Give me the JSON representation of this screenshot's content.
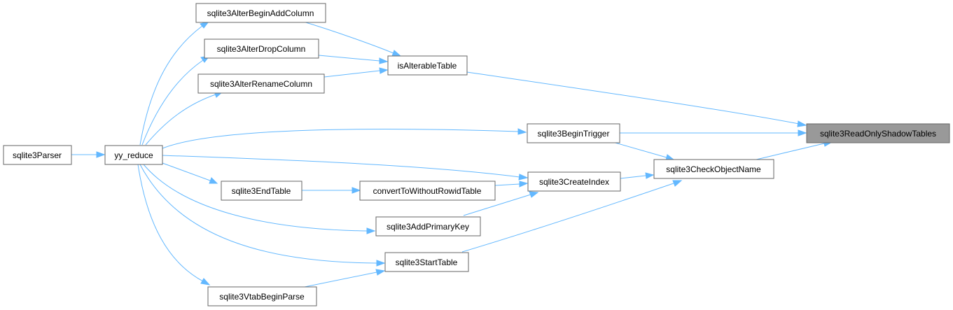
{
  "nodes": [
    {
      "id": "root",
      "label": "sqlite3ReadOnlyShadowTables"
    },
    {
      "id": "isAlterable",
      "label": "isAlterableTable"
    },
    {
      "id": "beginTrigger",
      "label": "sqlite3BeginTrigger"
    },
    {
      "id": "checkObj",
      "label": "sqlite3CheckObjectName"
    },
    {
      "id": "alterAdd",
      "label": "sqlite3AlterBeginAddColumn"
    },
    {
      "id": "alterDrop",
      "label": "sqlite3AlterDropColumn"
    },
    {
      "id": "alterRename",
      "label": "sqlite3AlterRenameColumn"
    },
    {
      "id": "createIndex",
      "label": "sqlite3CreateIndex"
    },
    {
      "id": "convert",
      "label": "convertToWithoutRowidTable"
    },
    {
      "id": "addPK",
      "label": "sqlite3AddPrimaryKey"
    },
    {
      "id": "startTable",
      "label": "sqlite3StartTable"
    },
    {
      "id": "endTable",
      "label": "sqlite3EndTable"
    },
    {
      "id": "vtab",
      "label": "sqlite3VtabBeginParse"
    },
    {
      "id": "yy",
      "label": "yy_reduce"
    },
    {
      "id": "parser",
      "label": "sqlite3Parser"
    }
  ],
  "edges": [
    {
      "from": "isAlterable",
      "to": "root"
    },
    {
      "from": "beginTrigger",
      "to": "root"
    },
    {
      "from": "checkObj",
      "to": "root"
    },
    {
      "from": "alterAdd",
      "to": "isAlterable"
    },
    {
      "from": "alterDrop",
      "to": "isAlterable"
    },
    {
      "from": "alterRename",
      "to": "isAlterable"
    },
    {
      "from": "beginTrigger",
      "to": "checkObj"
    },
    {
      "from": "createIndex",
      "to": "checkObj"
    },
    {
      "from": "startTable",
      "to": "checkObj"
    },
    {
      "from": "convert",
      "to": "createIndex"
    },
    {
      "from": "addPK",
      "to": "createIndex"
    },
    {
      "from": "endTable",
      "to": "convert"
    },
    {
      "from": "vtab",
      "to": "startTable"
    },
    {
      "from": "yy",
      "to": "alterAdd"
    },
    {
      "from": "yy",
      "to": "alterDrop"
    },
    {
      "from": "yy",
      "to": "alterRename"
    },
    {
      "from": "yy",
      "to": "beginTrigger"
    },
    {
      "from": "yy",
      "to": "createIndex"
    },
    {
      "from": "yy",
      "to": "endTable"
    },
    {
      "from": "yy",
      "to": "addPK"
    },
    {
      "from": "yy",
      "to": "startTable"
    },
    {
      "from": "yy",
      "to": "vtab"
    },
    {
      "from": "parser",
      "to": "yy"
    }
  ],
  "colors": {
    "edge": "#63b8ff",
    "node_border": "#666666",
    "root_fill": "#999999",
    "node_fill": "#ffffff"
  }
}
